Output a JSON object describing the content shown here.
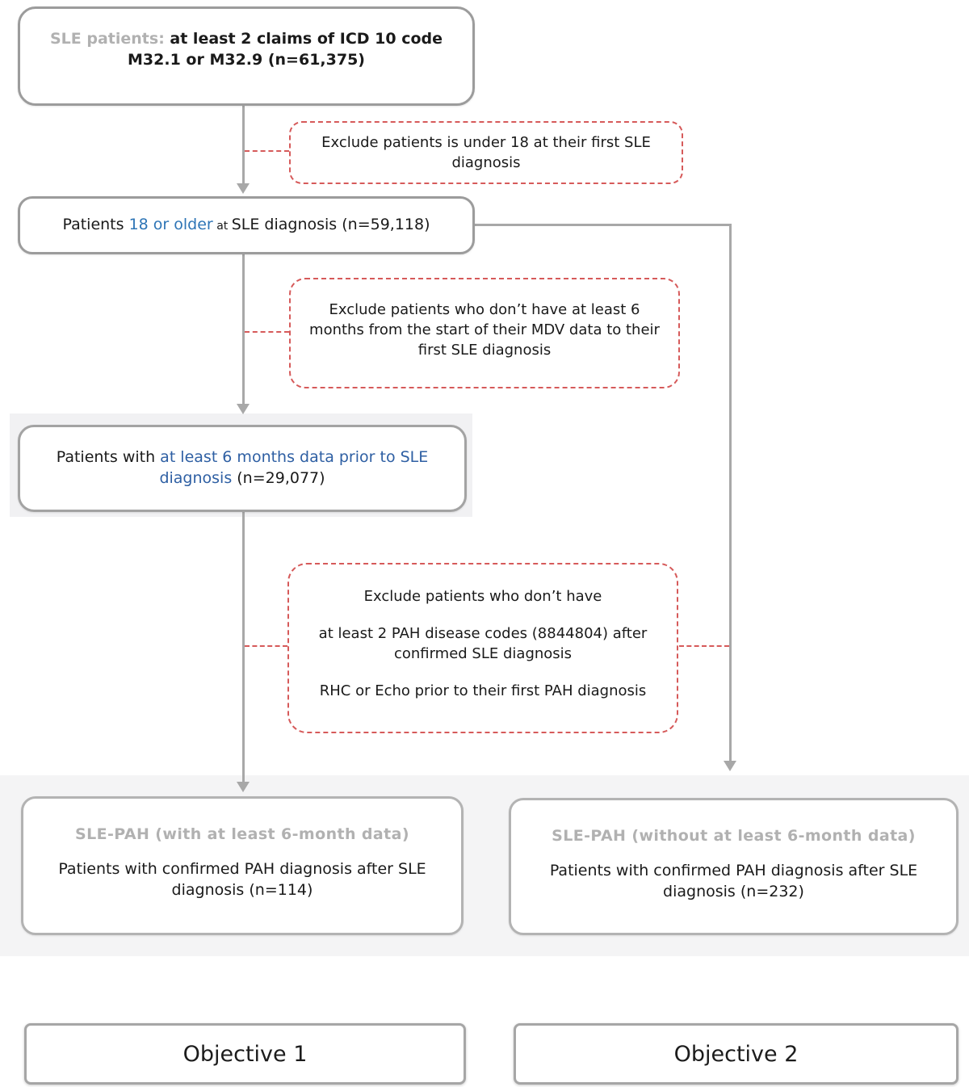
{
  "colors": {
    "box_border_gray": "#9c9c9c",
    "outcome_border_gray": "#b3b3b3",
    "arrow_gray": "#a8a8a8",
    "exclusion_red": "#d65a5a",
    "highlight_blue_bright": "#2e75b6",
    "highlight_blue_dark": "#2e5fa3",
    "muted_label_gray": "#b1b1b1",
    "band_gray": "#f4f4f5"
  },
  "flow": {
    "box1": {
      "label": "SLE patients:",
      "text": " at least 2 claims of ICD 10 code M32.1 or M32.9 (n=61,375)"
    },
    "exclude1": {
      "text": "Exclude patients is under 18 at their first SLE diagnosis"
    },
    "box2": {
      "pre": "Patients ",
      "highlight": "18 or older",
      "small": " at ",
      "post": "SLE diagnosis (n=59,118)"
    },
    "exclude2": {
      "text": "Exclude patients who don’t have at least 6 months from the start of their MDV data to their first SLE diagnosis"
    },
    "box3": {
      "pre": "Patients with ",
      "highlight": "at least 6 months data prior to SLE diagnosis",
      "post": " (n=29,077)"
    },
    "exclude3": {
      "line1": "Exclude patients who don’t have",
      "line2": "at least 2 PAH disease codes (8844804) after confirmed SLE diagnosis",
      "line3": "RHC or Echo prior to their first PAH diagnosis"
    },
    "outcome_left": {
      "title": "SLE-PAH (with at least 6-month data)",
      "text": "Patients with confirmed PAH diagnosis after SLE diagnosis (n=114)"
    },
    "outcome_right": {
      "title": "SLE-PAH (without at least 6-month data)",
      "text": "Patients with confirmed PAH diagnosis after SLE diagnosis (n=232)"
    },
    "objective1": "Objective 1",
    "objective2": "Objective 2"
  }
}
